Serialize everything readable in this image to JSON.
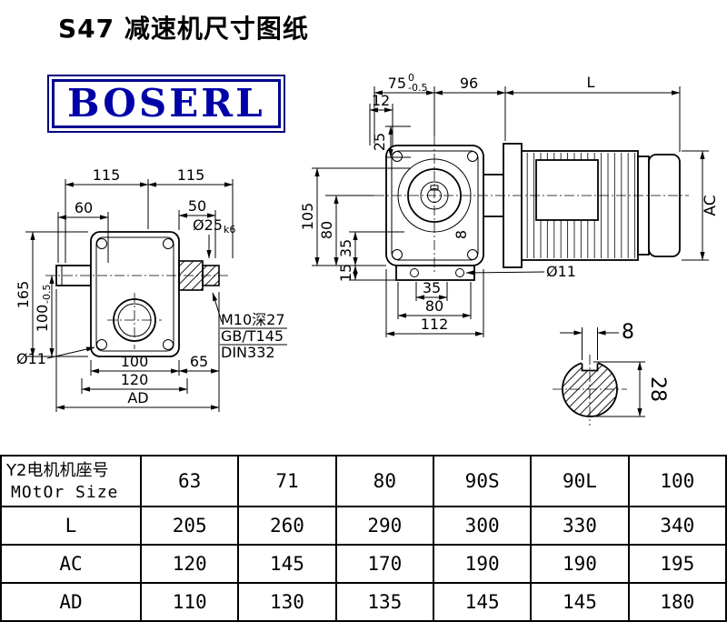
{
  "page": {
    "title": "S47 减速机尺寸图纸",
    "brand": "BOSERL"
  },
  "colors": {
    "line": "#000000",
    "brand_blue": "#0000a8",
    "background": "#ffffff"
  },
  "side_view": {
    "dim_115_a": "115",
    "dim_115_b": "115",
    "dim_60": "60",
    "dim_50": "50",
    "shaft_dia": "Ø25",
    "shaft_fit": "k6",
    "dim_165": "165",
    "dim_100": "100",
    "dim_100_tol": "-0.5",
    "hole_dia": "Ø11",
    "dim_100b": "100",
    "dim_65": "65",
    "dim_120": "120",
    "dim_ad": "AD",
    "note_1": "M10深27",
    "note_2": "GB/T145",
    "note_3": "DIN332"
  },
  "front_view": {
    "dim_75": "75",
    "tol_upper": "0",
    "tol_lower": "-0.5",
    "dim_96": "96",
    "dim_l": "L",
    "dim_12": "12",
    "dim_25": "25",
    "dim_105": "105",
    "dim_80_side": "80",
    "dim_35_side": "35",
    "dim_15": "15",
    "dim_35_bottom": "35",
    "dim_80_bottom": "80",
    "dim_112": "112",
    "hole_dia": "Ø11",
    "dim_8_key": "8",
    "dim_ac": "AC"
  },
  "shaft_detail": {
    "key_width": "8",
    "shaft_dia": "28"
  },
  "table": {
    "header": {
      "label_cn": "Y2电机机座号",
      "label_en": "MOtOr Size",
      "sizes": [
        "63",
        "71",
        "80",
        "90S",
        "90L",
        "100"
      ]
    },
    "rows": [
      {
        "label": "L",
        "values": [
          "205",
          "260",
          "290",
          "300",
          "330",
          "340"
        ]
      },
      {
        "label": "AC",
        "values": [
          "120",
          "145",
          "170",
          "190",
          "190",
          "195"
        ]
      },
      {
        "label": "AD",
        "values": [
          "110",
          "130",
          "135",
          "145",
          "145",
          "180"
        ]
      }
    ]
  }
}
